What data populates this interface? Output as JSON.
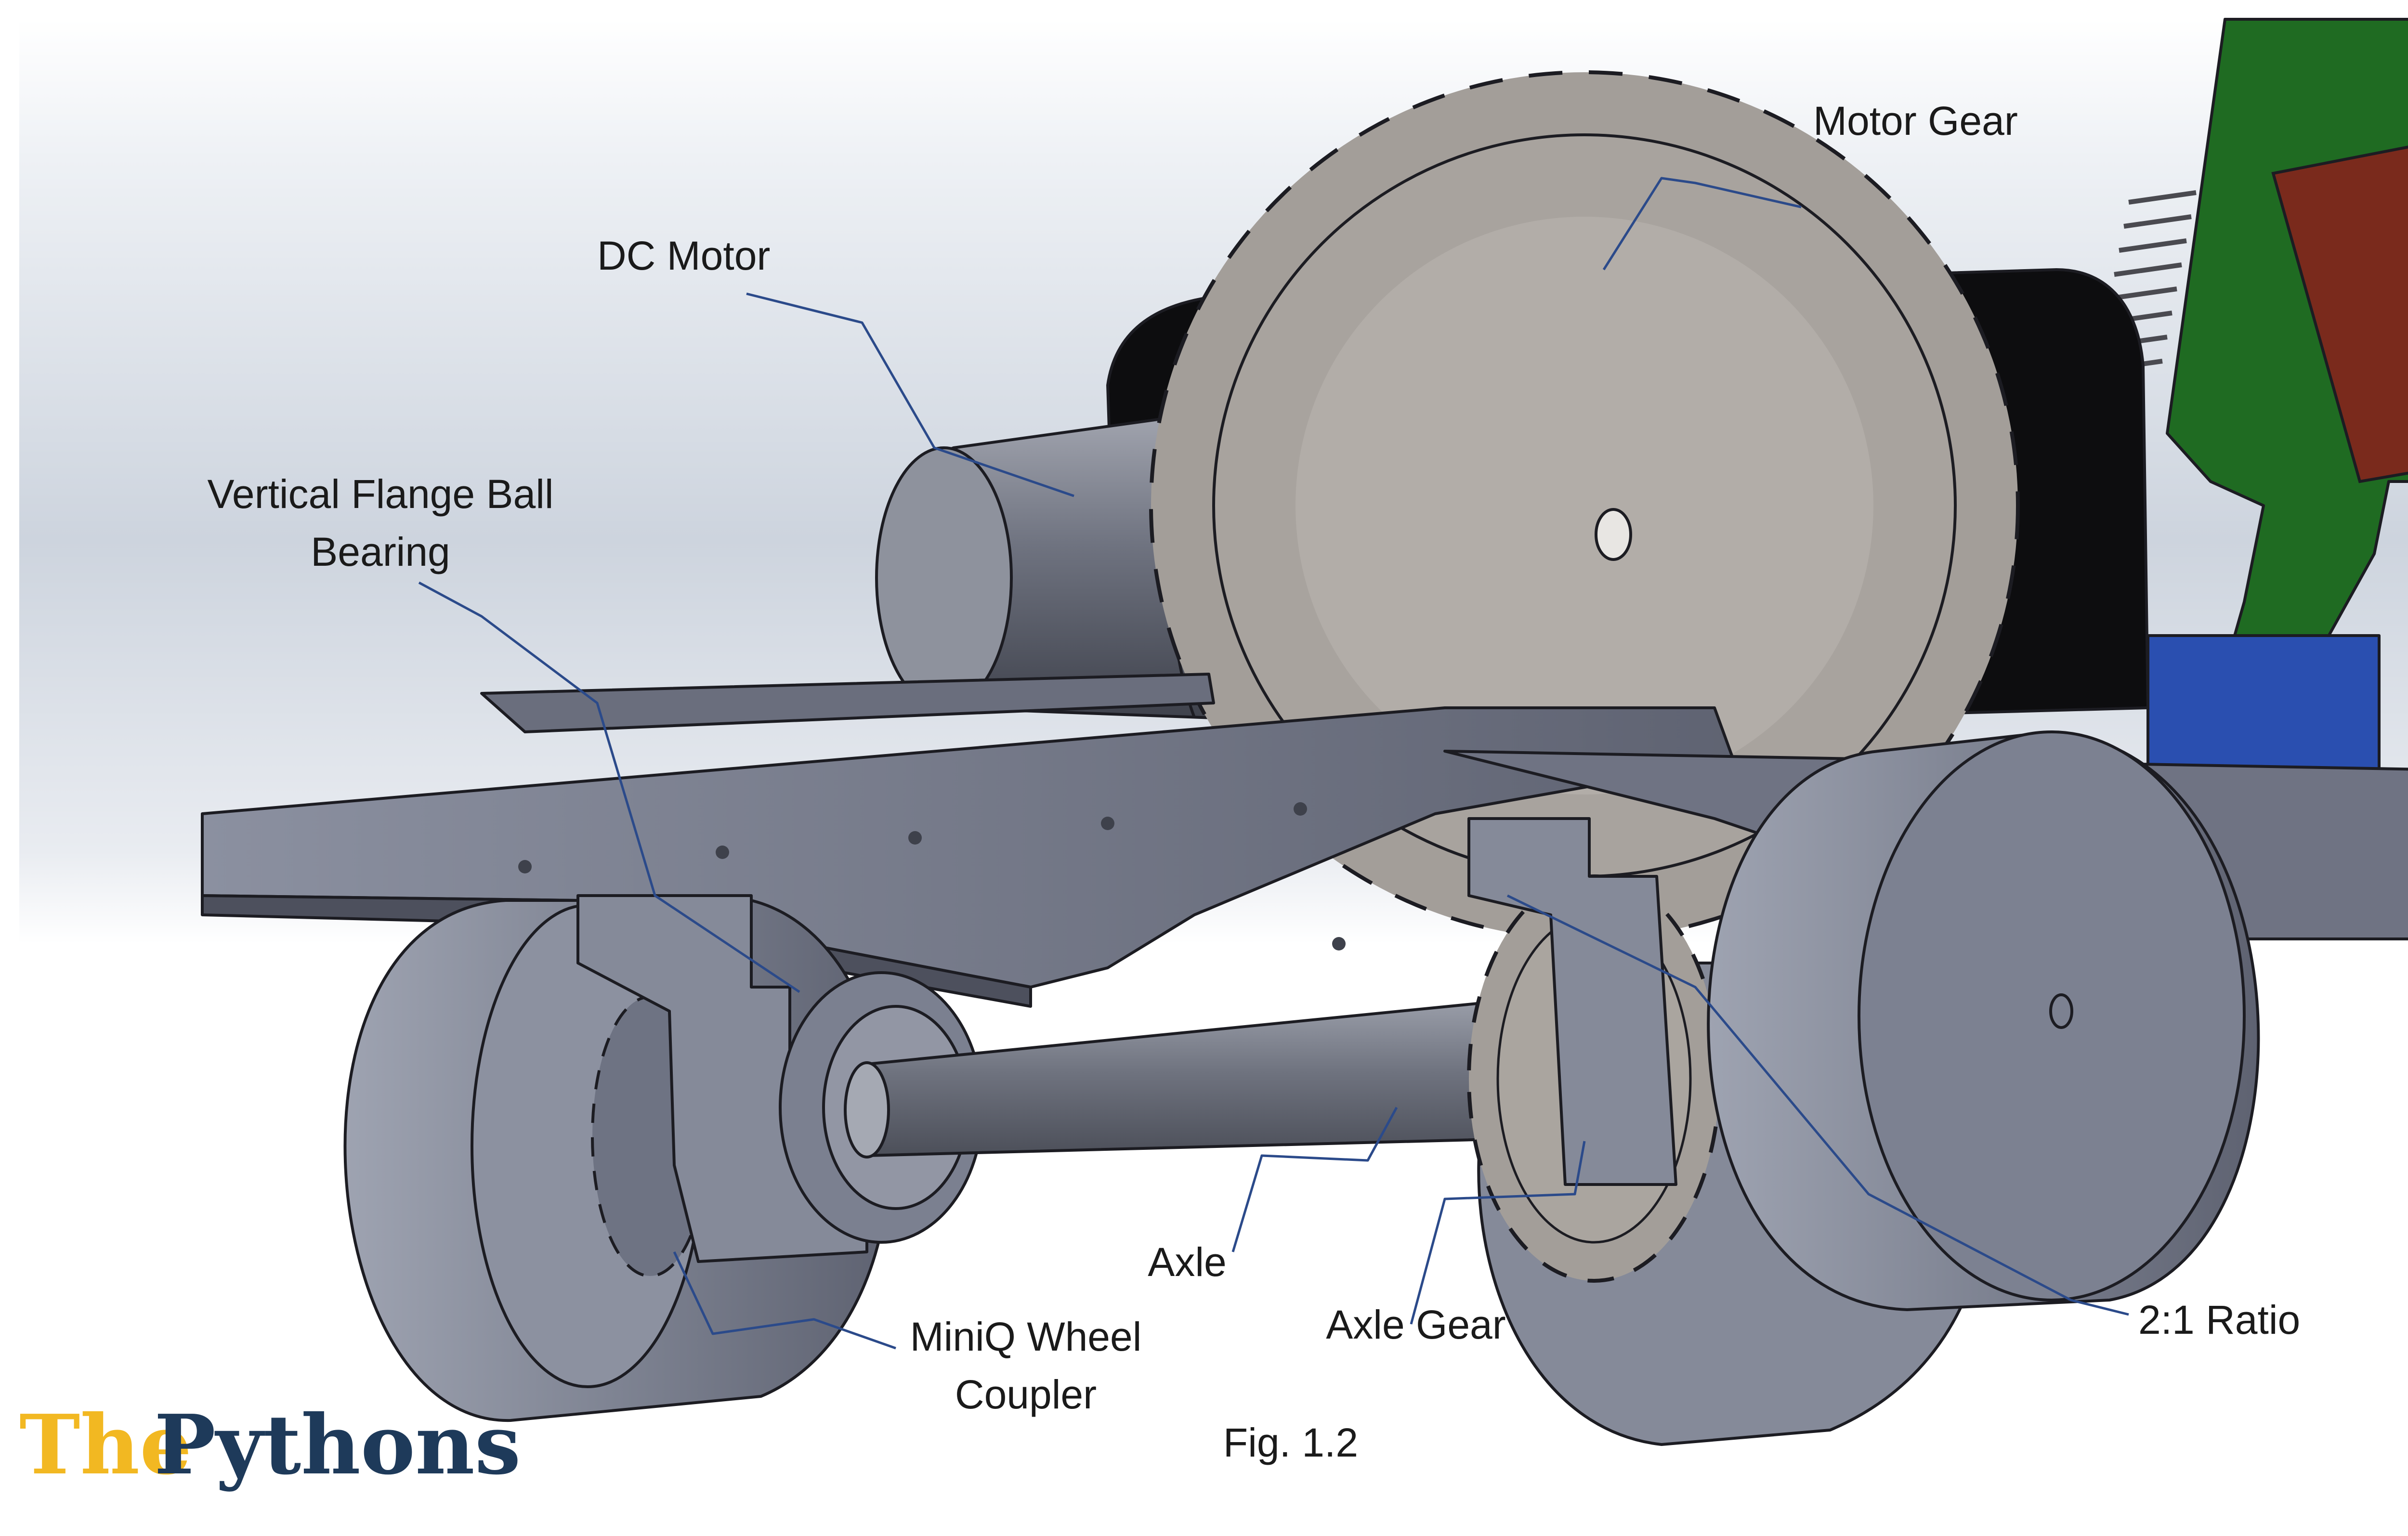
{
  "labels": {
    "motor_gear": "Motor Gear",
    "dc_motor": "DC Motor",
    "bearing_line1": "Vertical Flange Ball",
    "bearing_line2": "Bearing",
    "axle": "Axle",
    "axle_gear": "Axle Gear",
    "coupler_line1": "MiniQ Wheel",
    "coupler_line2": "Coupler",
    "ratio": "2:1 Ratio",
    "figure": "Fig. 1.2"
  },
  "logo": {
    "part1": "The",
    "part2": "Pythons"
  },
  "colors": {
    "background_top": "#c8d0dc",
    "metal": "#7d8290",
    "gear": "#a39e99",
    "motor_body": "#0d0d0f",
    "pcb_green": "#1f6b22",
    "component_blue": "#2a4fb0",
    "leader_line": "#2b4a8a",
    "logo_the": "#f2b822",
    "logo_pythons": "#1e3a5a"
  }
}
